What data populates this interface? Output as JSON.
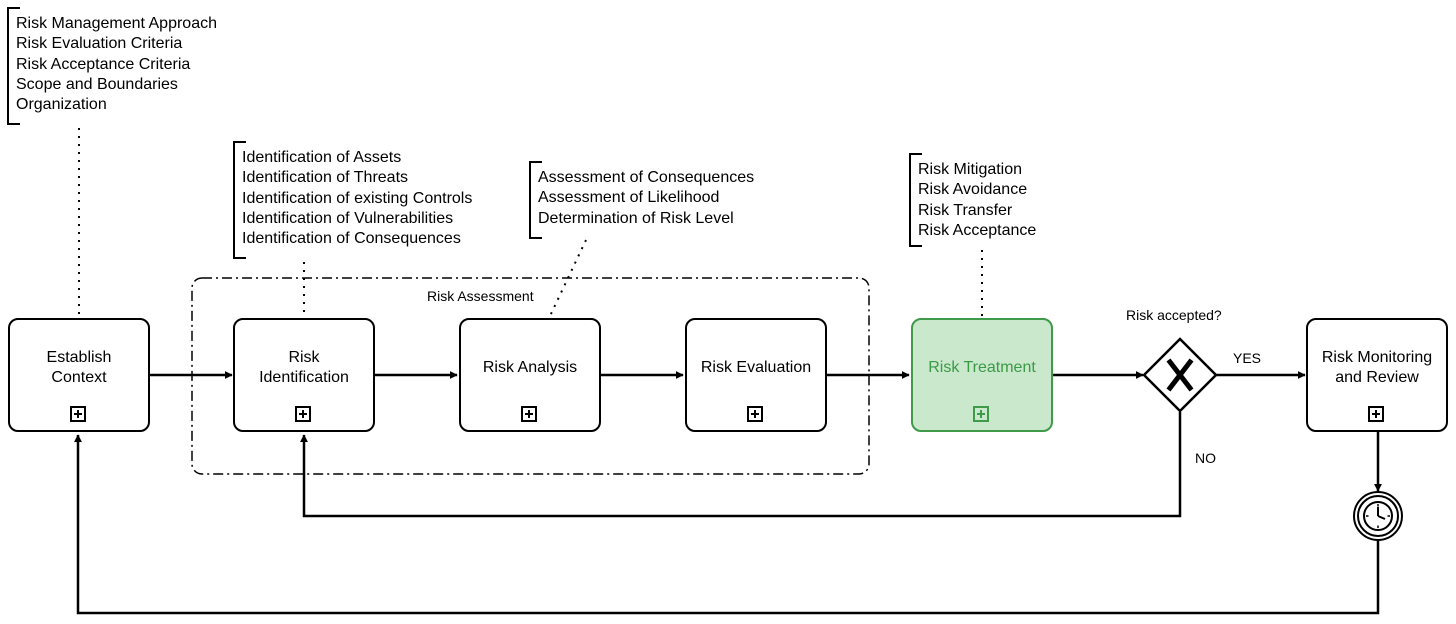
{
  "annotations": {
    "context": [
      "Risk Management Approach",
      "Risk Evaluation Criteria",
      "Risk Acceptance Criteria",
      "Scope and Boundaries",
      "Organization"
    ],
    "identification": [
      "Identification of Assets",
      "Identification of Threats",
      "Identification of existing Controls",
      "Identification of Vulnerabilities",
      "Identification of Consequences"
    ],
    "analysis": [
      "Assessment of Consequences",
      "Assessment of Likelihood",
      "Determination of Risk Level"
    ],
    "treatment": [
      "Risk Mitigation",
      "Risk Avoidance",
      "Risk Transfer",
      "Risk Acceptance"
    ]
  },
  "group": {
    "label": "Risk Assessment"
  },
  "tasks": {
    "establish_context": "Establish\nContext",
    "risk_identification": "Risk\nIdentification",
    "risk_analysis": "Risk Analysis",
    "risk_evaluation": "Risk Evaluation",
    "risk_treatment": "Risk Treatment",
    "risk_monitoring": "Risk Monitoring\nand Review"
  },
  "gateway": {
    "question": "Risk accepted?",
    "yes_label": "YES",
    "no_label": "NO",
    "symbol": "X"
  },
  "colors": {
    "highlight_fill": "#c9e8cc",
    "highlight_stroke": "#3f9a4a",
    "highlight_text": "#3a9a46"
  },
  "icons": {
    "subprocess_marker": "plus-square-icon",
    "timer_event": "clock-icon"
  }
}
